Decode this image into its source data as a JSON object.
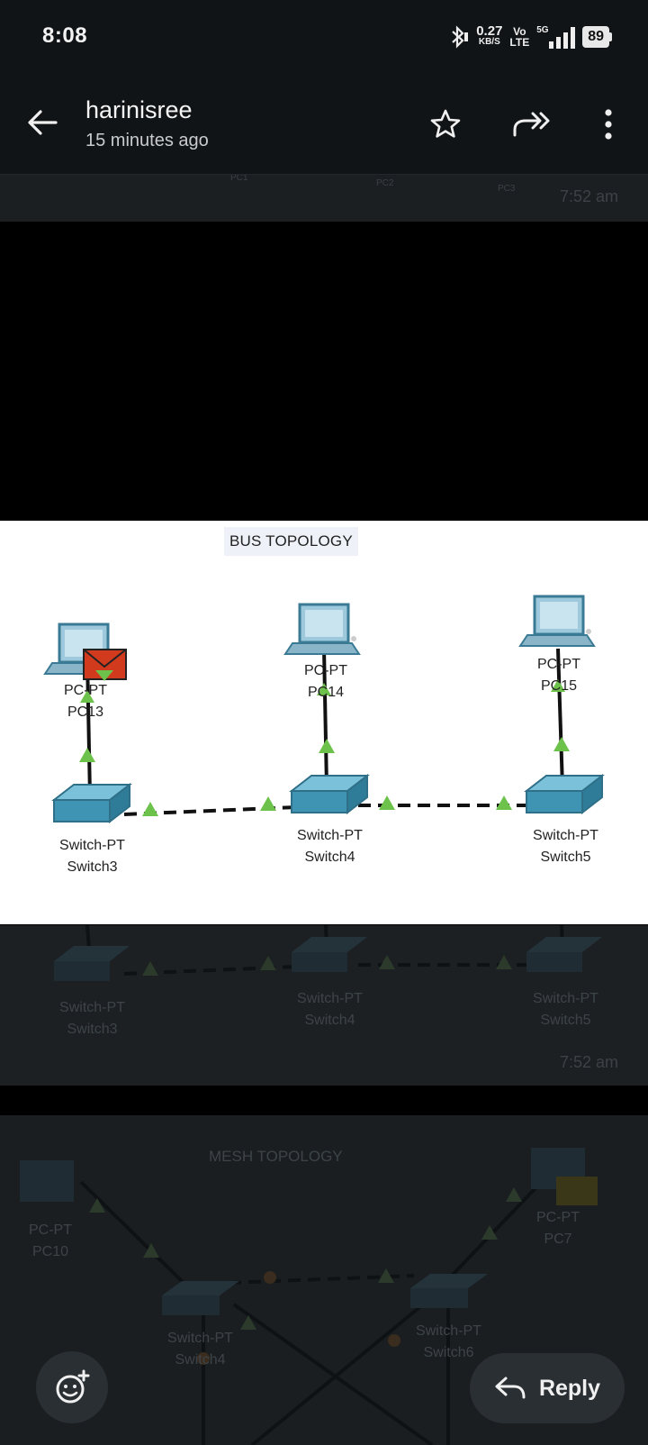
{
  "status_bar": {
    "time": "8:08",
    "net_speed_value": "0.27",
    "net_speed_unit": "KB/S",
    "volte_top": "Vo",
    "volte_bottom": "LTE",
    "network": "5G",
    "battery": "89"
  },
  "header": {
    "sender": "harinisree",
    "subtitle": "15 minutes ago",
    "icons": [
      "back-arrow-icon",
      "star-icon",
      "forward-icon",
      "more-vert-icon"
    ]
  },
  "background_messages": {
    "top_labels": [
      "PC1",
      "PC2",
      "PC3"
    ],
    "top_time": "7:52 am",
    "mid_labels": [
      "Switch-PT",
      "Switch3",
      "Switch-PT",
      "Switch4",
      "Switch-PT",
      "Switch5"
    ],
    "mid_time": "7:52 am",
    "bottom_title": "MESH TOPOLOGY",
    "bottom_labels": [
      "PC-PT",
      "PC10",
      "PC-PT",
      "PC7",
      "Switch-PT",
      "Switch4",
      "Switch-PT",
      "Switch6"
    ]
  },
  "image": {
    "title": "BUS TOPOLOGY",
    "pcs": [
      {
        "type": "PC-PT",
        "name": "PC13"
      },
      {
        "type": "PC-PT",
        "name": "PC14"
      },
      {
        "type": "PC-PT",
        "name": "PC15"
      }
    ],
    "switches": [
      {
        "type": "Switch-PT",
        "name": "Switch3"
      },
      {
        "type": "Switch-PT",
        "name": "Switch4"
      },
      {
        "type": "Switch-PT",
        "name": "Switch5"
      }
    ]
  },
  "footer": {
    "reply_label": "Reply",
    "icons": [
      "add-reaction-icon",
      "reply-icon"
    ]
  },
  "colors": {
    "bar_bg": "#111417",
    "switch_blue": "#4a9bb8",
    "link_green": "#6cc24a",
    "envelope_red": "#d23a1e"
  }
}
